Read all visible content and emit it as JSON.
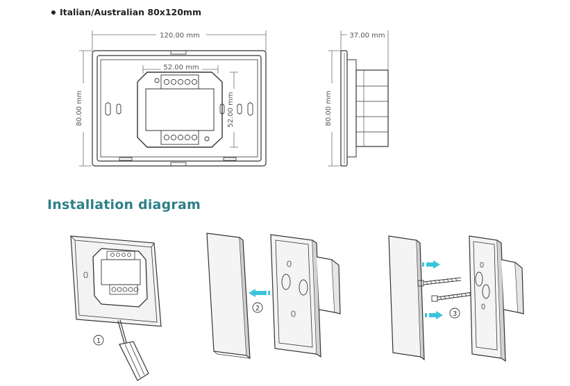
{
  "heading": "Italian/Australian 80x120mm",
  "dimensions": {
    "front_width": "120.00 mm",
    "front_height": "80.00 mm",
    "module_width": "52.00 mm",
    "module_height": "52.00 mm",
    "side_depth": "37.00 mm",
    "side_height": "80.00 mm"
  },
  "section_title": "Installation diagram",
  "steps": [
    "1",
    "2",
    "3"
  ],
  "colors": {
    "title": "#2f7f88",
    "outline": "#333333",
    "dimension": "#6b6b6b",
    "arrow": "#3cc3dc"
  }
}
